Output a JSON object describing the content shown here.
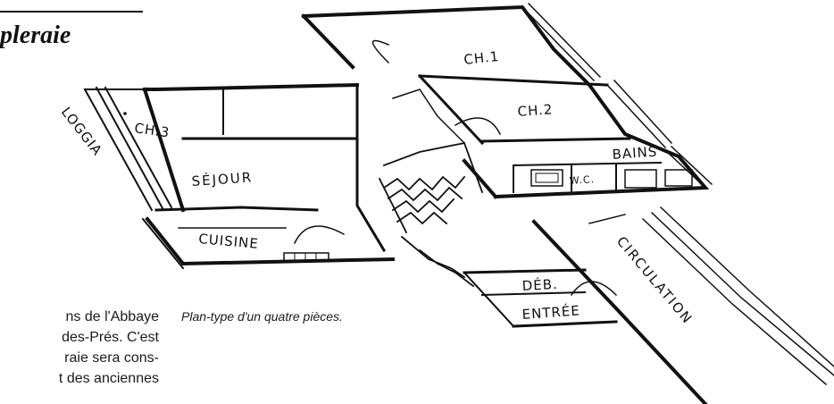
{
  "header": {
    "title_fragment": "pleraie"
  },
  "body": {
    "lines": [
      "ns de l'Abbaye",
      "des-Prés. C'est",
      "raie sera cons-",
      "t des anciennes"
    ]
  },
  "figure": {
    "caption": "Plan-type d'un quatre pièces.",
    "rooms": {
      "ch1": "CH.1",
      "ch2": "CH.2",
      "ch3": "CH.3",
      "bains": "BAINS",
      "wc": "W.C.",
      "sejour": "SÉJOUR",
      "cuisine": "CUISINE",
      "loggia": "LOGGIA",
      "deb": "DÉB.",
      "entree": "ENTRÉE",
      "circulation": "CIRCULATION"
    }
  }
}
